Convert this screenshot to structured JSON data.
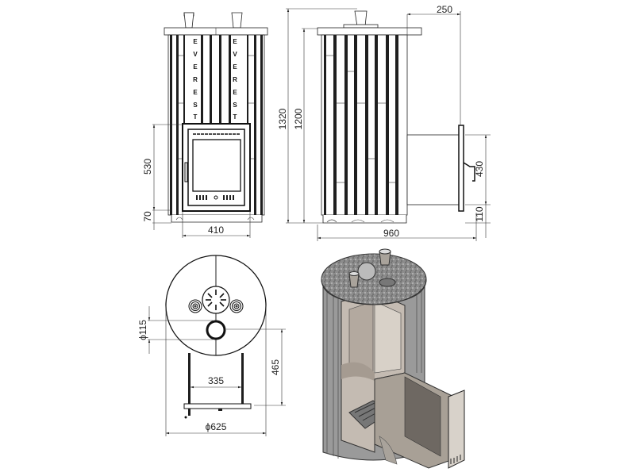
{
  "drawing": {
    "brand_lettering": [
      "E",
      "V",
      "E",
      "R",
      "E",
      "S",
      "T"
    ],
    "front_view": {
      "height_door": "530",
      "height_base": "70",
      "width_door": "410"
    },
    "side_view": {
      "height_total": "1320",
      "height_body": "1200",
      "firebox_protrusion": "250",
      "firebox_height": "430",
      "firebox_base": "110",
      "depth_total": "960"
    },
    "top_view": {
      "flue_diameter": "ϕ115",
      "flue_offset": "465",
      "leg_spacing": "335",
      "body_diameter": "ϕ625"
    },
    "colors": {
      "line": "#222222",
      "granite": "#8a8a8a",
      "steel": "#b8aea4"
    }
  }
}
